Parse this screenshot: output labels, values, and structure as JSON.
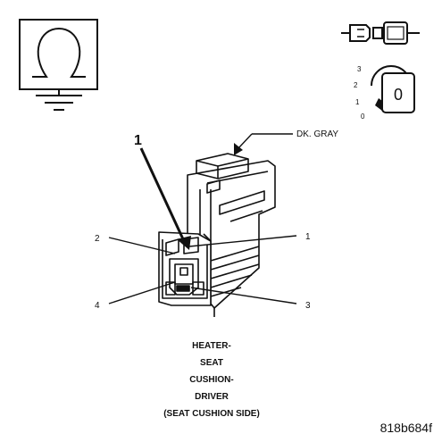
{
  "connector": {
    "color_label": "DK. GRAY",
    "pins": {
      "pin_1_callout": "1",
      "pin_1": "1",
      "pin_2": "2",
      "pin_3": "3",
      "pin_4": "4"
    }
  },
  "key_icon": {
    "positions": [
      "3",
      "2",
      "1",
      "0"
    ],
    "key_face": "0"
  },
  "caption": {
    "lines": [
      "HEATER-",
      "SEAT",
      "CUSHION-",
      "DRIVER",
      "(SEAT CUSHION SIDE)"
    ]
  },
  "figure_id": "818b684f",
  "icons": {
    "heater_element": "omega-heater-ground-icon",
    "connector": "connector-pair-icon",
    "key": "ignition-key-icon"
  },
  "colors": {
    "line": "#111111",
    "background": "#ffffff"
  }
}
